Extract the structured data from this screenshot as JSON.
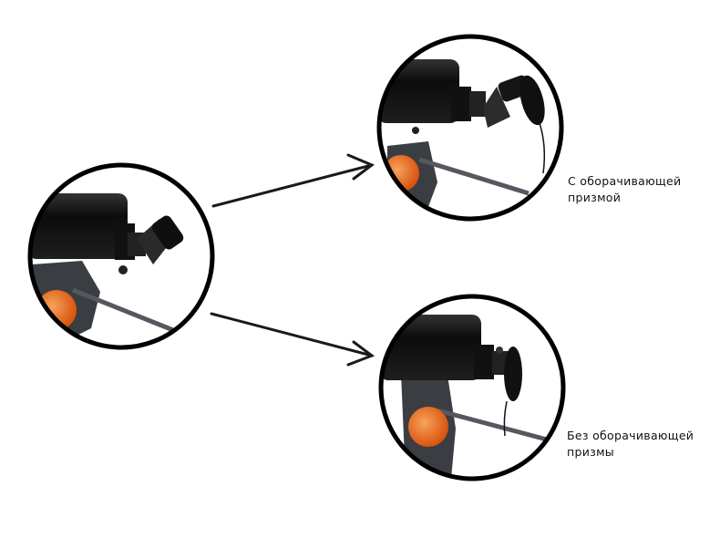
{
  "labels": {
    "with_prism": [
      "С оборачивающей",
      "призмой"
    ],
    "without_prism": [
      "Без оборачивающей",
      "призмы"
    ]
  },
  "colors": {
    "ring": "#000000",
    "tube": "#151515",
    "knob": "#e8651a",
    "mount": "#3a3d42",
    "arrow": "#1a1a1a"
  }
}
